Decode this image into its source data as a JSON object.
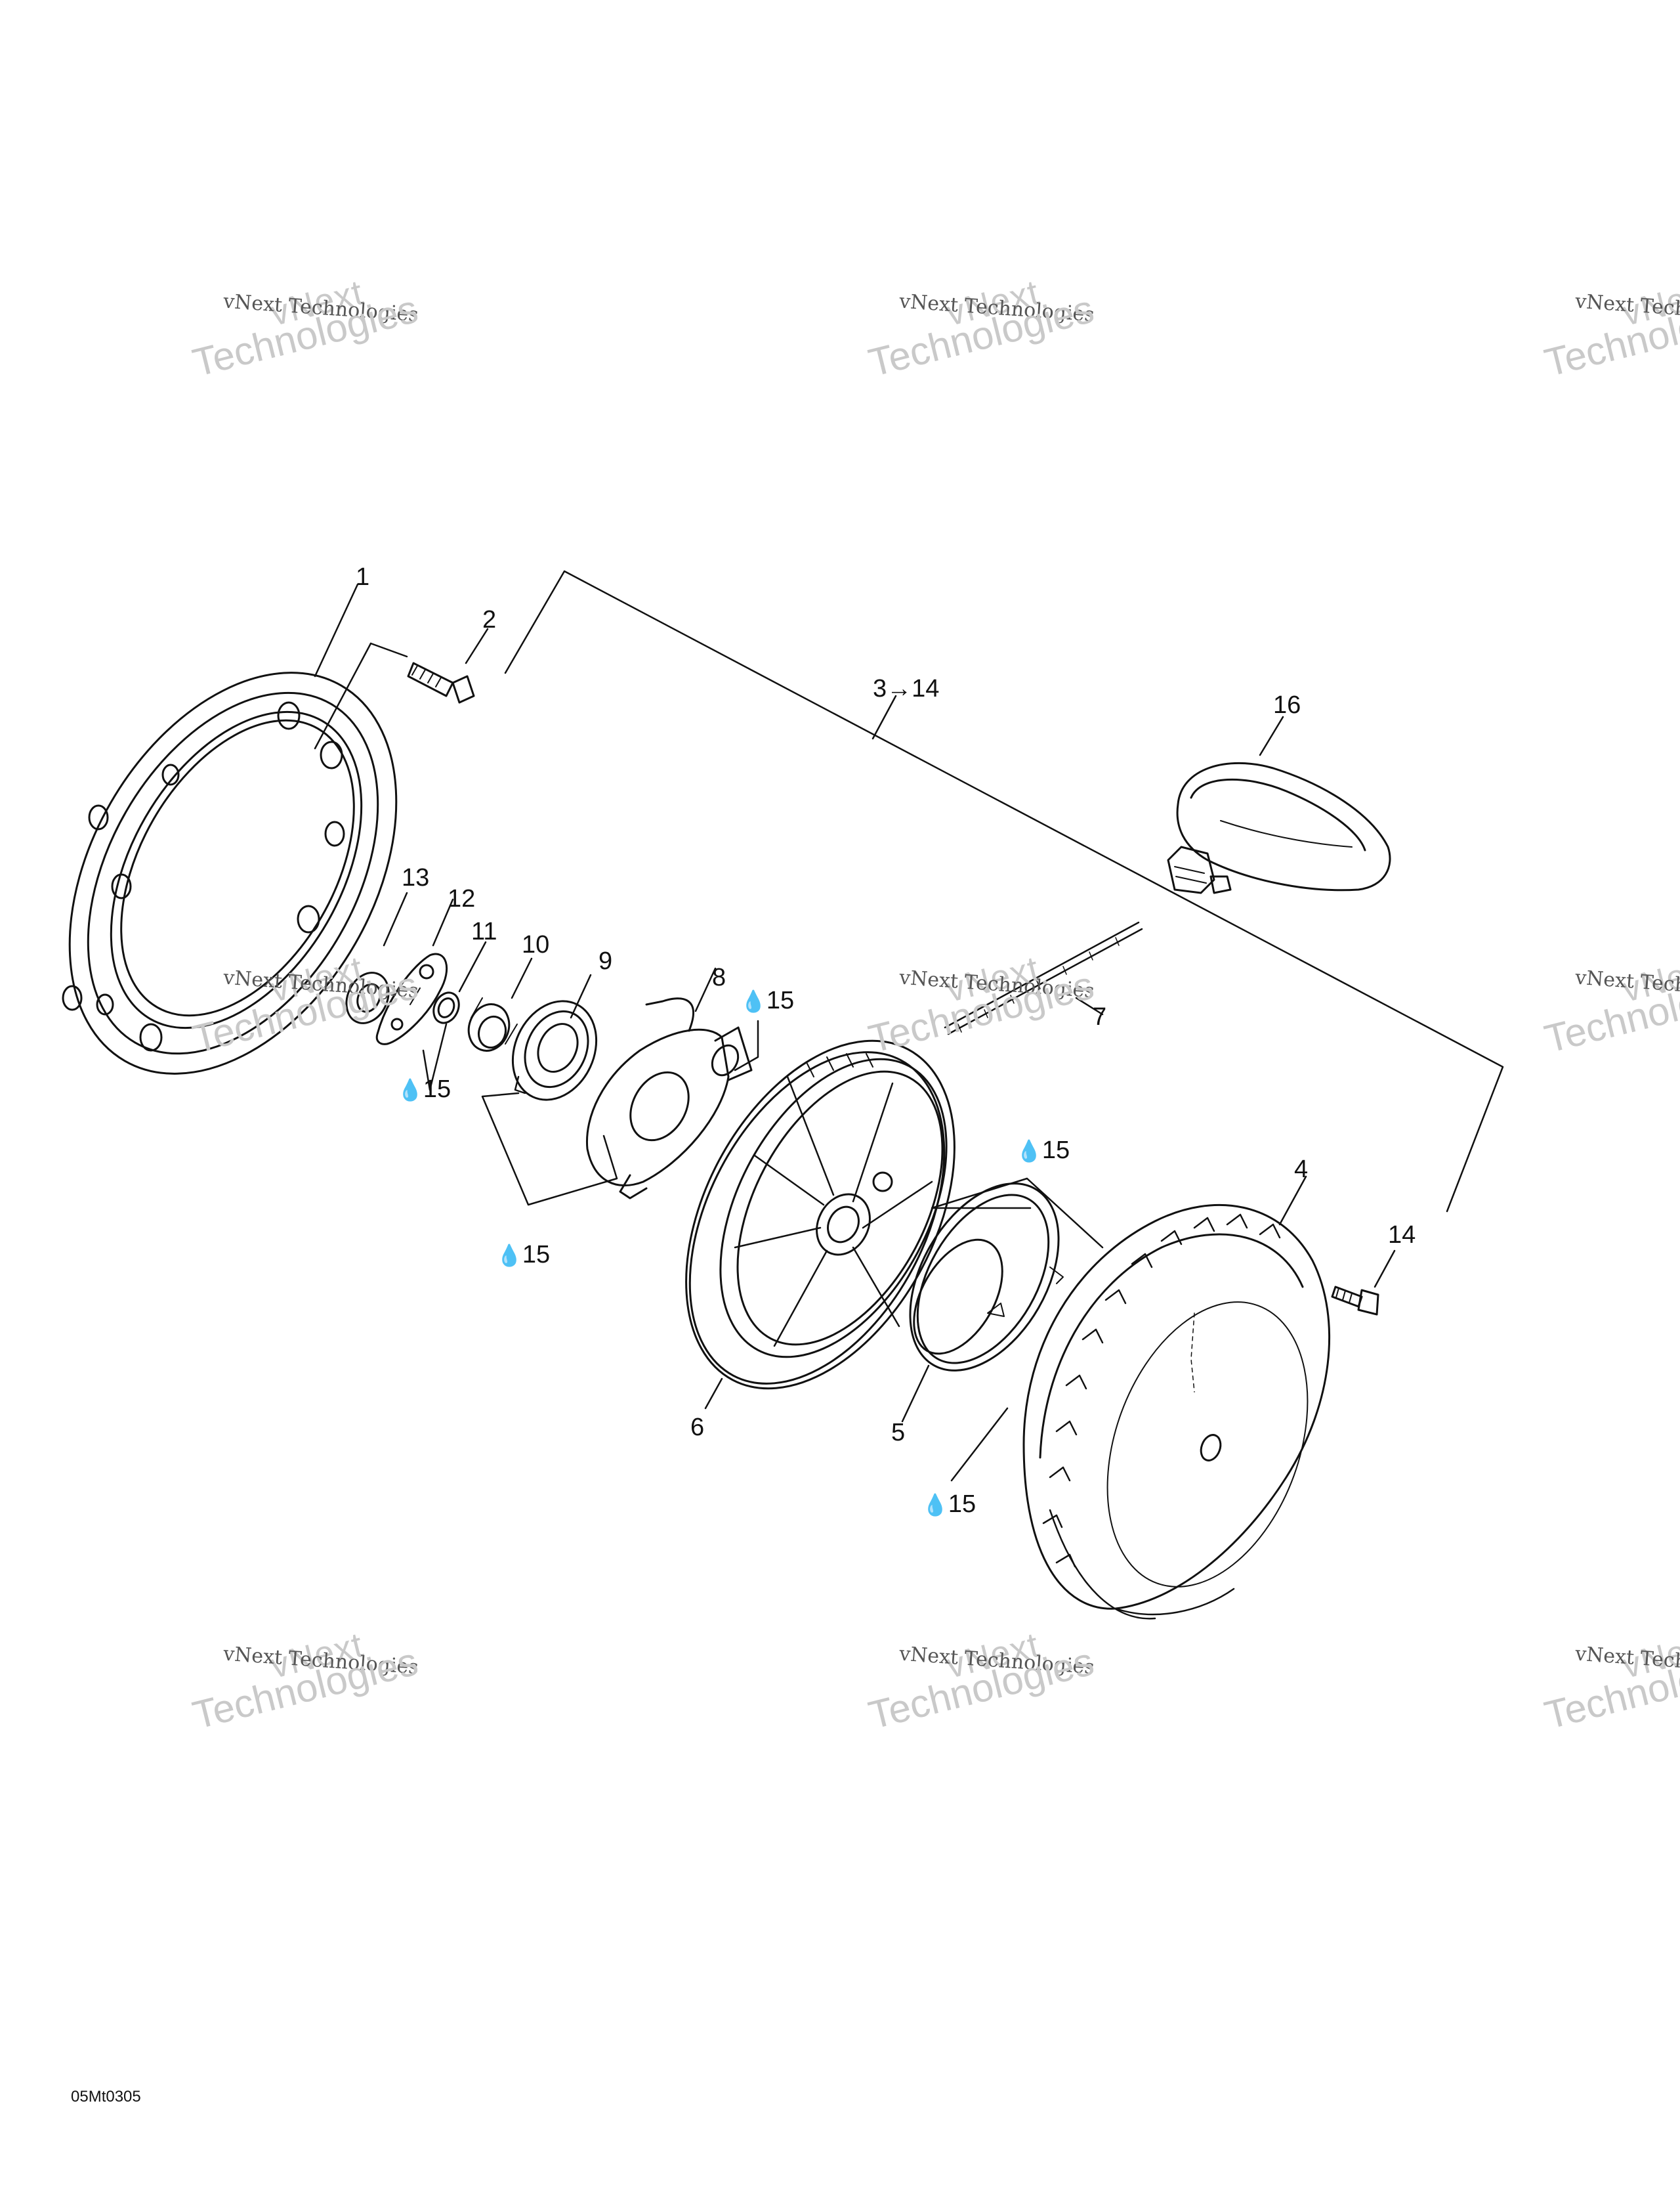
{
  "diagram": {
    "reference_code": "05Mt0305",
    "callouts": [
      {
        "id": "c1",
        "text": "1"
      },
      {
        "id": "c2",
        "text": "2"
      },
      {
        "id": "c3",
        "text": "3→14"
      },
      {
        "id": "c16",
        "text": "16"
      },
      {
        "id": "c13",
        "text": "13"
      },
      {
        "id": "c12",
        "text": "12"
      },
      {
        "id": "c11",
        "text": "11"
      },
      {
        "id": "c10",
        "text": "10"
      },
      {
        "id": "c9",
        "text": "9"
      },
      {
        "id": "c8",
        "text": "8"
      },
      {
        "id": "c7",
        "text": "7"
      },
      {
        "id": "c4",
        "text": "4"
      },
      {
        "id": "c14",
        "text": "14"
      },
      {
        "id": "c6",
        "text": "6"
      },
      {
        "id": "c5",
        "text": "5"
      }
    ],
    "lubrication_marks": [
      {
        "id": "l1",
        "text": "15"
      },
      {
        "id": "l2",
        "text": "15"
      },
      {
        "id": "l3",
        "text": "15"
      },
      {
        "id": "l4",
        "text": "15"
      },
      {
        "id": "l5",
        "text": "15"
      }
    ],
    "watermark": {
      "line1": "vNext",
      "line2": "vNext Technologies",
      "line3": "Technologies"
    }
  }
}
